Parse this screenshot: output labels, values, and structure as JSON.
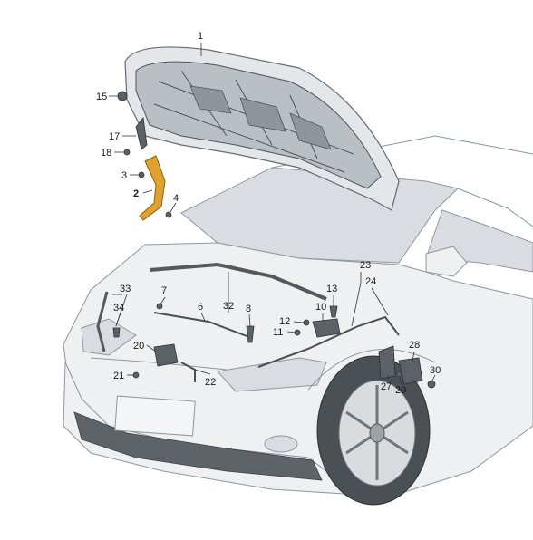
{
  "diagram": {
    "callouts": [
      {
        "id": "c1",
        "label": "1"
      },
      {
        "id": "c2",
        "label": "2",
        "highlight": true
      },
      {
        "id": "c3",
        "label": "3"
      },
      {
        "id": "c4",
        "label": "4"
      },
      {
        "id": "c6",
        "label": "6"
      },
      {
        "id": "c7",
        "label": "7"
      },
      {
        "id": "c8",
        "label": "8"
      },
      {
        "id": "c10",
        "label": "10"
      },
      {
        "id": "c11",
        "label": "11"
      },
      {
        "id": "c12",
        "label": "12"
      },
      {
        "id": "c13",
        "label": "13"
      },
      {
        "id": "c15",
        "label": "15"
      },
      {
        "id": "c17",
        "label": "17"
      },
      {
        "id": "c18",
        "label": "18"
      },
      {
        "id": "c20",
        "label": "20"
      },
      {
        "id": "c21",
        "label": "21"
      },
      {
        "id": "c22",
        "label": "22"
      },
      {
        "id": "c23",
        "label": "23"
      },
      {
        "id": "c24",
        "label": "24"
      },
      {
        "id": "c27",
        "label": "27"
      },
      {
        "id": "c28",
        "label": "28"
      },
      {
        "id": "c29",
        "label": "29"
      },
      {
        "id": "c30",
        "label": "30"
      },
      {
        "id": "c32",
        "label": "32"
      },
      {
        "id": "c33",
        "label": "33"
      },
      {
        "id": "c34",
        "label": "34"
      }
    ],
    "colors": {
      "highlight_part": "#e0a22a",
      "body_panel": "#eef0f2",
      "outline": "#8f979e",
      "dark_part": "#3f4448",
      "grille": "#5e6367"
    }
  }
}
